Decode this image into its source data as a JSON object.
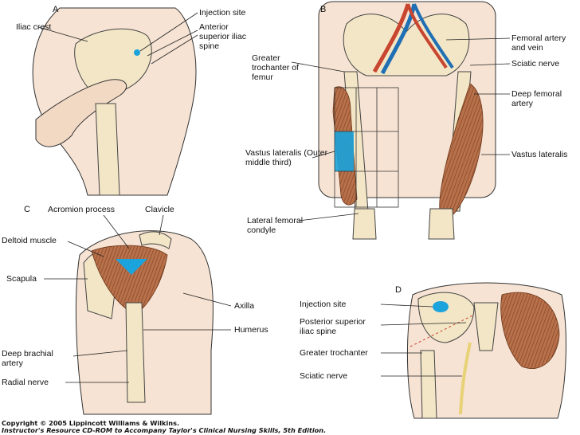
{
  "panels": {
    "a": {
      "letter": "A",
      "labels": {
        "iliac_crest": "Iliac crest",
        "injection_site": "Injection site",
        "anterior_superior_iliac_spine": "Anterior superior iliac spine"
      }
    },
    "b": {
      "letter": "B",
      "labels": {
        "femoral_artery_vein": "Femoral artery and vein",
        "sciatic_nerve": "Sciatic nerve",
        "deep_femoral_artery": "Deep femoral artery",
        "greater_trochanter_femur": "Greater trochanter of femur",
        "vastus_lateralis_left": "Vastus lateralis (Outer middle third)",
        "vastus_lateralis_right": "Vastus lateralis",
        "lateral_femoral_condyle": "Lateral femoral condyle"
      }
    },
    "c": {
      "letter": "C",
      "labels": {
        "acromion_process": "Acromion process",
        "clavicle": "Clavicle",
        "deltoid_muscle": "Deltoid muscle",
        "scapula": "Scapula",
        "axilla": "Axilla",
        "humerus": "Humerus",
        "deep_brachial_artery": "Deep brachial artery",
        "radial_nerve": "Radial nerve"
      }
    },
    "d": {
      "letter": "D",
      "labels": {
        "injection_site": "Injection site",
        "posterior_superior_iliac_spine": "Posterior superior iliac spine",
        "greater_trochanter": "Greater trochanter",
        "sciatic_nerve": "Sciatic nerve"
      }
    }
  },
  "copyright": {
    "line1": "Copyright © 2005 Lippincott Williams & Wilkins.",
    "line2": "Instructor's Resource CD-ROM to Accompany Taylor's Clinical Nursing Skills, 5th Edition."
  },
  "colors": {
    "skin": "#f2d9c4",
    "bone": "#f3e6c6",
    "muscle": "#b8714a",
    "injection": "#1aa3dc",
    "artery": "#c8452f",
    "vein": "#1f6fb5"
  }
}
